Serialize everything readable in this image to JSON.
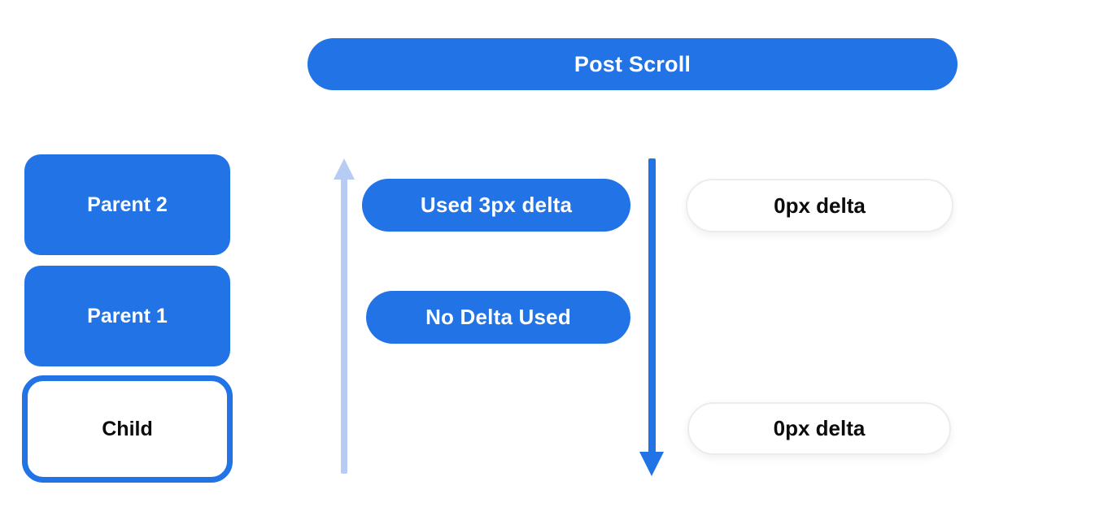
{
  "colors": {
    "accent_blue": "#2173e6",
    "light_blue_arrow": "#b7ccf4",
    "white_pill_border": "#ececec",
    "text_dark": "#0b0b0b",
    "text_on_blue": "#ffffff",
    "background": "#ffffff"
  },
  "header": {
    "label": "Post Scroll"
  },
  "left_stack": {
    "items": [
      {
        "label": "Parent 2",
        "variant": "filled-blue"
      },
      {
        "label": "Parent 1",
        "variant": "filled-blue"
      },
      {
        "label": "Child",
        "variant": "outlined-blue"
      }
    ]
  },
  "middle_column": {
    "arrow": "up-light-blue-arrow",
    "pills": [
      {
        "label": "Used 3px delta"
      },
      {
        "label": "No Delta Used"
      }
    ]
  },
  "right_column": {
    "arrow": "down-blue-arrow",
    "pills": [
      {
        "label": "0px delta"
      },
      {
        "label": "0px delta"
      }
    ]
  }
}
